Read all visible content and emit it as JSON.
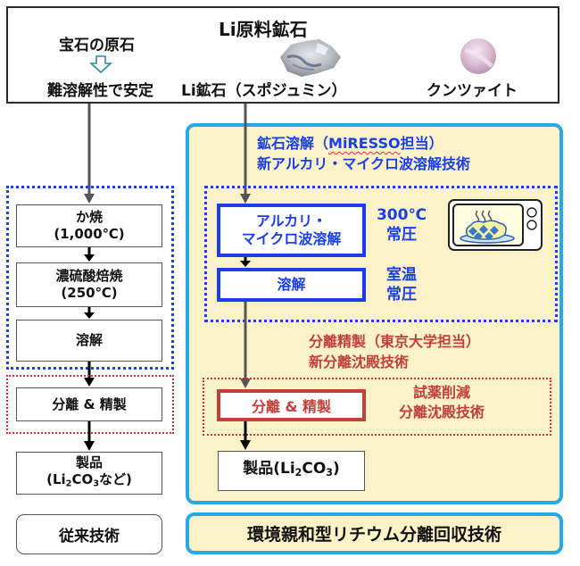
{
  "top": {
    "title": "Li原料鉱石",
    "gem_label": "宝石の原石",
    "stable_label": "難溶解性で安定",
    "ore_label": "Li鉱石（スポジュミン）",
    "kunzite_label": "クンツァイト"
  },
  "left": {
    "steps": [
      {
        "line1": "か焼",
        "line2": "(1,000℃)"
      },
      {
        "line1": "濃硫酸焙焼",
        "line2": "(250℃)"
      },
      {
        "line1": "溶解",
        "line2": ""
      }
    ],
    "separation": "分離 & 精製",
    "product_line1": "製品",
    "product_pre": "(Li",
    "product_sub1": "2",
    "product_mid": "CO",
    "product_sub2": "3",
    "product_post": "など)",
    "label": "従来技術"
  },
  "right": {
    "dissolution_heading_pre": "鉱石溶解（",
    "dissolution_heading_org": "MiRESSO",
    "dissolution_heading_post": "担当）",
    "dissolution_subheading": "新アルカリ・マイクロ波溶解技術",
    "microwave_box_line1": "アルカリ・",
    "microwave_box_line2": "マイクロ波溶解",
    "microwave_cond_line1": "300℃",
    "microwave_cond_line2": "常圧",
    "dissolve_box": "溶解",
    "dissolve_cond_line1": "室温",
    "dissolve_cond_line2": "常圧",
    "separation_heading": "分離精製（東京大学担当）",
    "separation_subheading": "新分離沈殿技術",
    "separation_box": "分離 & 精製",
    "separation_note_line1": "試薬削減",
    "separation_note_line2": "分離沈殿技術",
    "product_pre": "製品(Li",
    "product_sub1": "2",
    "product_mid": "CO",
    "product_sub2": "3",
    "product_post": ")",
    "label": "環境親和型リチウム分離回収技術"
  },
  "icons": {
    "arrow_hollow": "hollow-down-arrow",
    "microwave": "microwave-oven",
    "ore_rock": "spodumene-rock",
    "kunzite": "kunzite-gem"
  },
  "colors": {
    "blue": "#1a3fe6",
    "red": "#c0403a",
    "panel_bg": "#fbf2c8",
    "panel_border": "#27a8e8"
  }
}
